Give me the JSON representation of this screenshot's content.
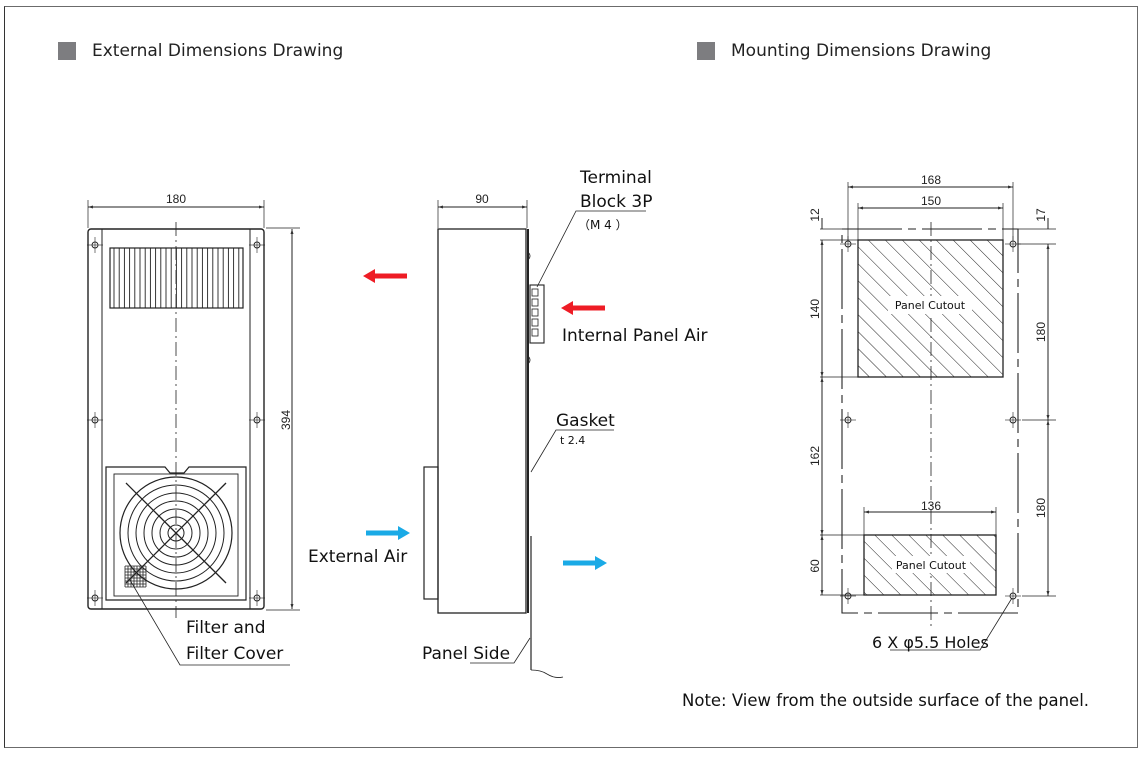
{
  "sections": {
    "external": {
      "title": "External Dimensions Drawing",
      "marker_color": "#7d7d80"
    },
    "mounting": {
      "title": "Mounting Dimensions Drawing",
      "marker_color": "#7d7d80"
    }
  },
  "front_view": {
    "width_dim": "180",
    "height_dim": "394",
    "filter_label_line1": "Filter and",
    "filter_label_line2": "Filter Cover"
  },
  "side_view": {
    "depth_dim": "90",
    "terminal_label_line1": "Terminal",
    "terminal_label_line2": "Block 3P",
    "terminal_sub": "（M 4 ）",
    "internal_air_label": "Internal Panel Air",
    "gasket_label": "Gasket",
    "gasket_sub": "t 2.4",
    "external_air_label": "External Air",
    "panel_side_label": "Panel Side"
  },
  "airflow": {
    "internal_color": "#ee1c25",
    "external_color": "#1aaae6"
  },
  "mounting_view": {
    "dims": {
      "outer_width": "168",
      "upper_cutout_width": "150",
      "lower_cutout_width": "136",
      "top_left_offset": "12",
      "top_right_offset": "17",
      "upper_cutout_height": "140",
      "middle_gap": "162",
      "lower_cutout_height": "60",
      "right_upper": "180",
      "right_lower": "180"
    },
    "cutout_label": "Panel Cutout",
    "holes_label": "6 X φ5.5 Holes"
  },
  "note": "Note: View from the outside surface of the panel."
}
